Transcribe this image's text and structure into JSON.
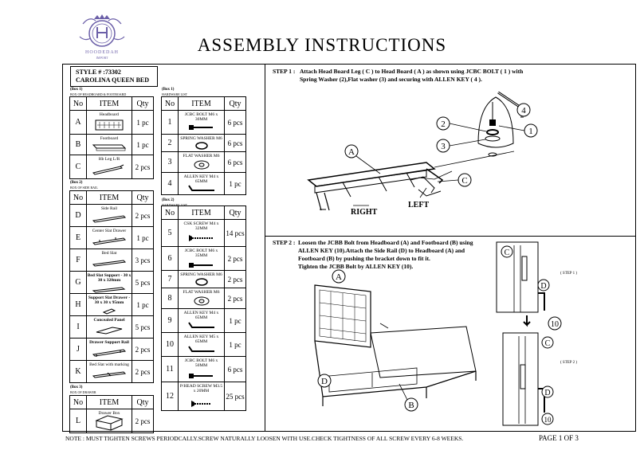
{
  "header": {
    "title": "ASSEMBLY INSTRUCTIONS",
    "style_line1": "STYLE # :73302",
    "style_line2": "CAROLINA QUEEN BED"
  },
  "table_headers": {
    "no": "No",
    "item": "ITEM",
    "qty": "Qty"
  },
  "box1_left": {
    "label": "(Box 1)",
    "sub": "BOX OF HEADBOARD & FOOTBOARD",
    "rows": [
      {
        "no": "A",
        "name": "Headboard",
        "qty": "1 pc"
      },
      {
        "no": "B",
        "name": "Footboard",
        "qty": "1 pc"
      },
      {
        "no": "C",
        "name": "Hb Leg L/R",
        "qty": "2 pcs"
      }
    ]
  },
  "box1_right": {
    "label": "(Box 1)",
    "sub": "HARDWARE LIST",
    "rows": [
      {
        "no": "1",
        "name": "JCBC BOLT M6 x 30MM",
        "qty": "6 pcs"
      },
      {
        "no": "2",
        "name": "SPRING WASHER M6",
        "qty": "6 pcs"
      },
      {
        "no": "3",
        "name": "FLAT WASHER M6",
        "qty": "6 pcs"
      },
      {
        "no": "4",
        "name": "ALLEN KEY M4 x 65MM",
        "qty": "1 pc"
      }
    ]
  },
  "box2_left": {
    "label": "(Box 2)",
    "sub": "BOX OF SIDE RAIL",
    "rows": [
      {
        "no": "D",
        "name": "Side Rail",
        "qty": "2 pcs"
      },
      {
        "no": "E",
        "name": "Center Slat Drawer",
        "qty": "1 pc"
      },
      {
        "no": "F",
        "name": "Bed Slat",
        "qty": "3 pcs"
      },
      {
        "no": "G",
        "name": "Bed Slat Support - 30 x 30 x 320mm",
        "qty": "5 pcs"
      },
      {
        "no": "H",
        "name": "Support Slat Drawer - 30 x 30 x 95mm",
        "qty": "1 pc"
      },
      {
        "no": "I",
        "name": "Concealed Panel",
        "qty": "5 pcs"
      },
      {
        "no": "J",
        "name": "Drawer Support Rail",
        "qty": "2 pcs"
      },
      {
        "no": "K",
        "name": "Bed Slat with marking",
        "qty": "2 pcs"
      }
    ]
  },
  "box2_right": {
    "label": "(Box 2)",
    "sub": "HARDWARE LIST",
    "rows": [
      {
        "no": "5",
        "name": "CSK SCREW M4 x 32MM",
        "qty": "14 pcs"
      },
      {
        "no": "6",
        "name": "JCBC BOLT M6 x 35MM",
        "qty": "2 pcs"
      },
      {
        "no": "7",
        "name": "SPRING WASHER M6",
        "qty": "2 pcs"
      },
      {
        "no": "8",
        "name": "FLAT WASHER M6",
        "qty": "2 pcs"
      },
      {
        "no": "9",
        "name": "ALLEN KEY M4 x 65MM",
        "qty": "1 pc"
      },
      {
        "no": "10",
        "name": "ALLEN KEY M5 x 65MM",
        "qty": "1 pc"
      },
      {
        "no": "11",
        "name": "JCBC BOLT M6 x 50MM",
        "qty": "6 pcs"
      },
      {
        "no": "12",
        "name": "P/HEAD SCREW M3.5 x 20MM",
        "qty": "25 pcs"
      }
    ]
  },
  "box3": {
    "label": "(Box 3)",
    "sub": "BOX OF DRAWER",
    "rows": [
      {
        "no": "L",
        "name": "Drawer Box",
        "qty": "2 pcs"
      }
    ]
  },
  "step1": {
    "label": "STEP 1 :",
    "text1": "Attach Head Board Leg ( C ) to Head Board ( A ) as shown using JCBC BOLT ( 1 ) with",
    "text2": "Spring Washer (2),Flat washer (3) and securing with ALLEN KEY ( 4 ).",
    "callouts": {
      "a": "A",
      "c": "C",
      "n1": "1",
      "n2": "2",
      "n3": "3",
      "n4": "4"
    },
    "right": "RIGHT",
    "left": "LEFT"
  },
  "step2": {
    "label": "STEP 2 :",
    "lines": [
      "Loosen the JCBB Bolt from Headboard (A) and Footboard (B) using",
      "ALLEN KEY (10).Attach the Side Rail (D) to Headboard (A) and",
      "Footboard (B) by pushing the bracket down to fit it.",
      "Tighten the JCBB Bolt by ALLEN KEY (10)."
    ],
    "callouts": {
      "a": "A",
      "b": "B",
      "d": "D",
      "c": "C",
      "n10": "10"
    },
    "sub_step1": "( STEP 1 )",
    "sub_step2": "( STEP 2 )"
  },
  "footer": {
    "note": "NOTE : MUST TIGHTEN SCREWS PERIODCALLY.SCREW NATURALLY LOOSEN WITH USE.CHECK TIGHTNESS OF ALL SCREW EVERY 6-8 WEEKS.",
    "page": "PAGE 1 OF 3"
  },
  "colors": {
    "ink": "#000000",
    "logo": "#6b5fa8"
  }
}
